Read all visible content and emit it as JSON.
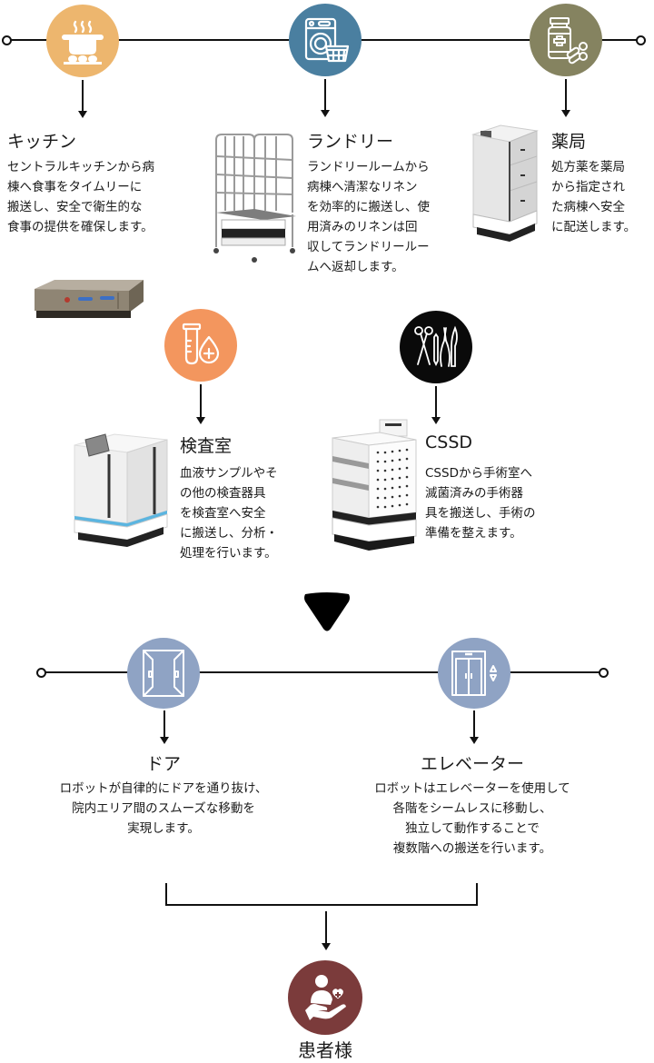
{
  "top_row": {
    "kitchen": {
      "icon": "cooking-pot-icon",
      "color": "#EDB66E",
      "title": "キッチン",
      "lines": [
        "セントラルキッチンから病",
        "棟へ食事をタイムリーに",
        "搬送し、安全で衛生的な",
        "食事の提供を確保します。"
      ]
    },
    "laundry": {
      "icon": "washing-machine-icon",
      "color": "#4A7FA0",
      "title": "ランドリー",
      "lines": [
        "ランドリールームから",
        "病棟へ清潔なリネン",
        "を効率的に搬送し、使",
        "用済みのリネンは回",
        "収してランドリールー",
        "ムへ返却します。"
      ]
    },
    "pharmacy": {
      "icon": "medicine-bottle-icon",
      "color": "#858360",
      "title": "薬局",
      "lines": [
        "処方薬を薬局",
        "から指定され",
        "た病棟へ安全",
        "に配送します。"
      ]
    }
  },
  "middle_row": {
    "lab": {
      "icon": "test-tube-icon",
      "color": "#F3965E",
      "title": "検査室",
      "lines": [
        "血液サンプルやそ",
        "の他の検査器具",
        "を検査室へ安全",
        "に搬送し、分析・",
        "処理を行います。"
      ]
    },
    "cssd": {
      "icon": "surgical-tools-icon",
      "color": "#0a0a0a",
      "title": "CSSD",
      "lines": [
        "CSSDから手術室へ",
        "滅菌済みの手術器",
        "具を搬送し、手術の",
        "準備を整えます。"
      ]
    }
  },
  "bottom_row": {
    "door": {
      "icon": "door-icon",
      "color": "#8FA3C4",
      "title": "ドア",
      "lines": [
        "ロボットが自律的にドアを通り抜け、",
        "院内エリア間のスムーズな移動を",
        "実現します。"
      ]
    },
    "elevator": {
      "icon": "elevator-icon",
      "color": "#8FA3C4",
      "title": "エレベーター",
      "lines": [
        "ロボットはエレベーターを使用して",
        "各階をシームレスに移動し、",
        "独立して動作することで",
        "複数階への搬送を行います。"
      ]
    }
  },
  "final": {
    "icon": "patient-care-icon",
    "color": "#7B3B3B",
    "title": "患者様"
  }
}
